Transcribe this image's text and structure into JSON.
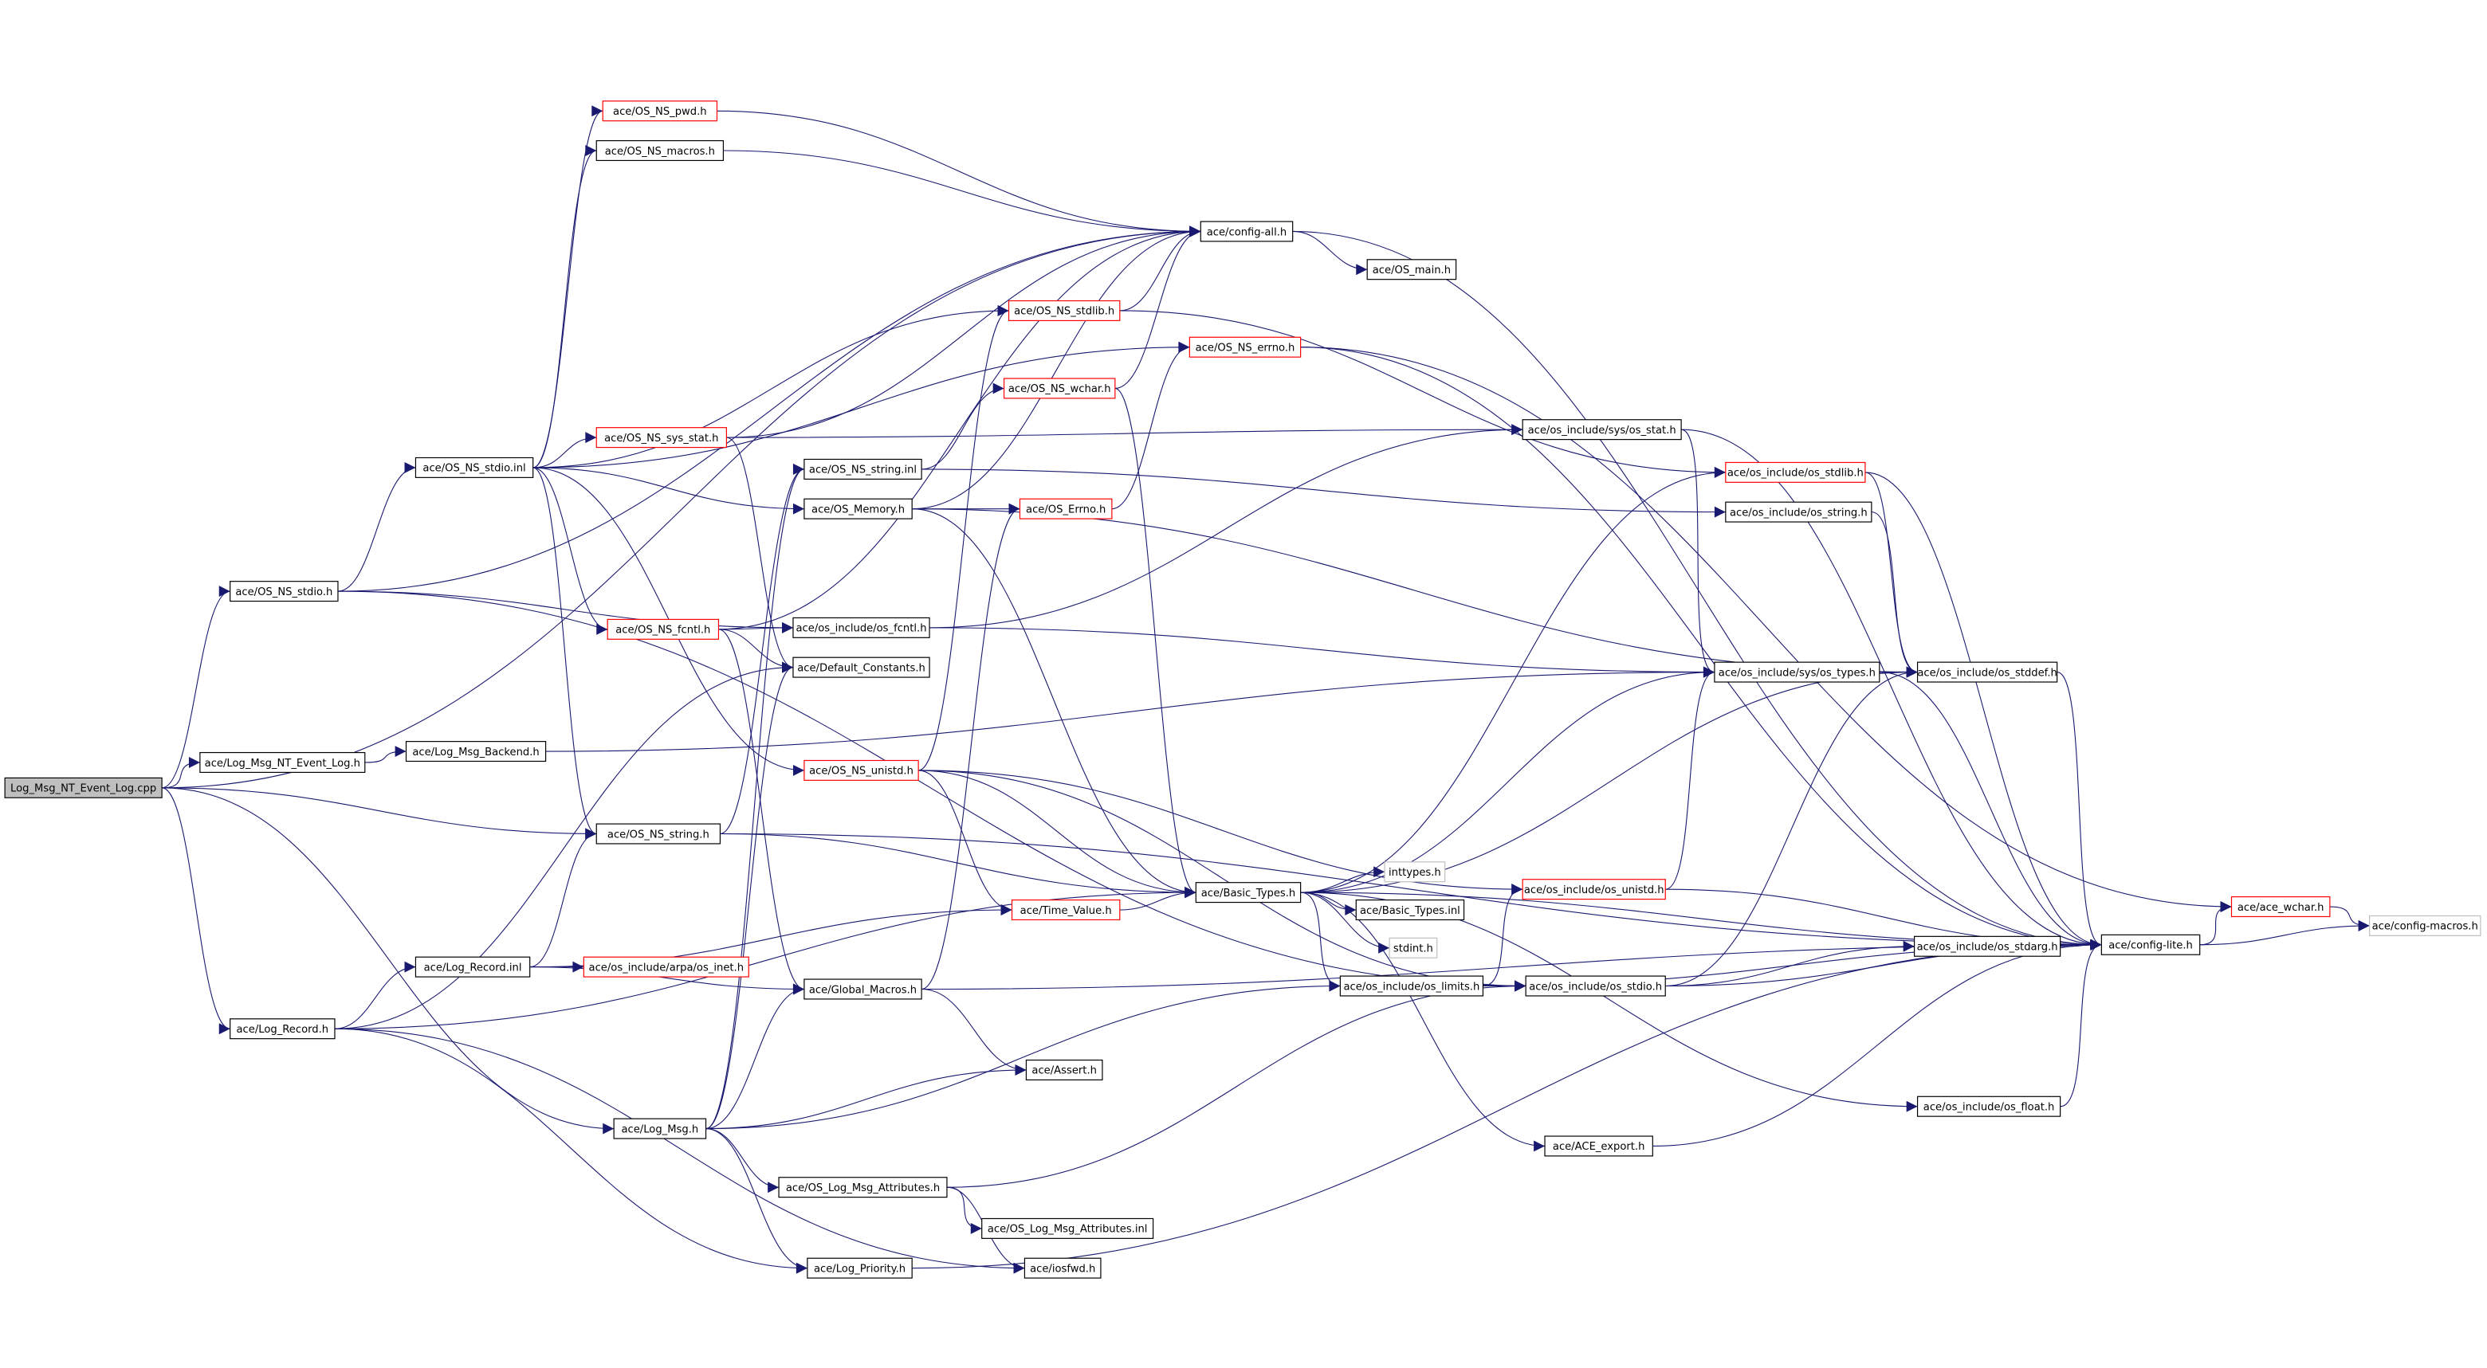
{
  "title": "Include dependency graph for Log_Msg_NT_Event_Log.cpp",
  "colors": {
    "edge": "#191970",
    "normal_border": "#000000",
    "truncated_border": "#ff0000",
    "external_border": "#bfbfbf",
    "root_fill": "#bfbfbf"
  },
  "nodes": [
    {
      "id": "cpp",
      "label": "Log_Msg_NT_Event_Log.cpp",
      "kind": "root"
    },
    {
      "id": "lmnt",
      "label": "ace/Log_Msg_NT_Event_Log.h",
      "kind": "normal"
    },
    {
      "id": "backend",
      "label": "ace/Log_Msg_Backend.h",
      "kind": "normal"
    },
    {
      "id": "stdio_h",
      "label": "ace/OS_NS_stdio.h",
      "kind": "normal"
    },
    {
      "id": "stdio_inl",
      "label": "ace/OS_NS_stdio.inl",
      "kind": "normal"
    },
    {
      "id": "pwd",
      "label": "ace/OS_NS_pwd.h",
      "kind": "truncated"
    },
    {
      "id": "macros",
      "label": "ace/OS_NS_macros.h",
      "kind": "normal"
    },
    {
      "id": "configall",
      "label": "ace/config-all.h",
      "kind": "normal"
    },
    {
      "id": "osmain",
      "label": "ace/OS_main.h",
      "kind": "normal"
    },
    {
      "id": "stdlib",
      "label": "ace/OS_NS_stdlib.h",
      "kind": "truncated"
    },
    {
      "id": "errno",
      "label": "ace/OS_NS_errno.h",
      "kind": "truncated"
    },
    {
      "id": "wchar",
      "label": "ace/OS_NS_wchar.h",
      "kind": "truncated"
    },
    {
      "id": "sysstat",
      "label": "ace/OS_NS_sys_stat.h",
      "kind": "truncated"
    },
    {
      "id": "osstat",
      "label": "ace/os_include/sys/os_stat.h",
      "kind": "normal"
    },
    {
      "id": "string_inl",
      "label": "ace/OS_NS_string.inl",
      "kind": "normal"
    },
    {
      "id": "memory",
      "label": "ace/OS_Memory.h",
      "kind": "normal"
    },
    {
      "id": "oserrno",
      "label": "ace/OS_Errno.h",
      "kind": "truncated"
    },
    {
      "id": "os_stdlib",
      "label": "ace/os_include/os_stdlib.h",
      "kind": "truncated"
    },
    {
      "id": "os_string",
      "label": "ace/os_include/os_string.h",
      "kind": "normal"
    },
    {
      "id": "fcntl",
      "label": "ace/OS_NS_fcntl.h",
      "kind": "truncated"
    },
    {
      "id": "os_fcntl",
      "label": "ace/os_include/os_fcntl.h",
      "kind": "normal"
    },
    {
      "id": "defconst",
      "label": "ace/Default_Constants.h",
      "kind": "normal"
    },
    {
      "id": "sys_types",
      "label": "ace/os_include/sys/os_types.h",
      "kind": "normal"
    },
    {
      "id": "stddef",
      "label": "ace/os_include/os_stddef.h",
      "kind": "normal"
    },
    {
      "id": "unistd",
      "label": "ace/OS_NS_unistd.h",
      "kind": "truncated"
    },
    {
      "id": "string_h",
      "label": "ace/OS_NS_string.h",
      "kind": "normal"
    },
    {
      "id": "basic",
      "label": "ace/Basic_Types.h",
      "kind": "normal"
    },
    {
      "id": "inttypes",
      "label": "inttypes.h",
      "kind": "external"
    },
    {
      "id": "basic_inl",
      "label": "ace/Basic_Types.inl",
      "kind": "normal"
    },
    {
      "id": "stdint",
      "label": "stdint.h",
      "kind": "external"
    },
    {
      "id": "timeval",
      "label": "ace/Time_Value.h",
      "kind": "truncated"
    },
    {
      "id": "os_unistd",
      "label": "ace/os_include/os_unistd.h",
      "kind": "truncated"
    },
    {
      "id": "record_inl",
      "label": "ace/Log_Record.inl",
      "kind": "normal"
    },
    {
      "id": "inet",
      "label": "ace/os_include/arpa/os_inet.h",
      "kind": "truncated"
    },
    {
      "id": "global",
      "label": "ace/Global_Macros.h",
      "kind": "normal"
    },
    {
      "id": "os_limits",
      "label": "ace/os_include/os_limits.h",
      "kind": "normal"
    },
    {
      "id": "os_stdio",
      "label": "ace/os_include/os_stdio.h",
      "kind": "normal"
    },
    {
      "id": "stdarg",
      "label": "ace/os_include/os_stdarg.h",
      "kind": "normal"
    },
    {
      "id": "lite",
      "label": "ace/config-lite.h",
      "kind": "normal"
    },
    {
      "id": "ace_wchar",
      "label": "ace/ace_wchar.h",
      "kind": "truncated"
    },
    {
      "id": "cfgmacros",
      "label": "ace/config-macros.h",
      "kind": "external"
    },
    {
      "id": "record_h",
      "label": "ace/Log_Record.h",
      "kind": "normal"
    },
    {
      "id": "assert",
      "label": "ace/Assert.h",
      "kind": "normal"
    },
    {
      "id": "float",
      "label": "ace/os_include/os_float.h",
      "kind": "normal"
    },
    {
      "id": "export",
      "label": "ace/ACE_export.h",
      "kind": "normal"
    },
    {
      "id": "logmsg",
      "label": "ace/Log_Msg.h",
      "kind": "normal"
    },
    {
      "id": "attrs",
      "label": "ace/OS_Log_Msg_Attributes.h",
      "kind": "normal"
    },
    {
      "id": "attrs_inl",
      "label": "ace/OS_Log_Msg_Attributes.inl",
      "kind": "normal"
    },
    {
      "id": "iosfwd",
      "label": "ace/iosfwd.h",
      "kind": "normal"
    },
    {
      "id": "priority",
      "label": "ace/Log_Priority.h",
      "kind": "normal"
    }
  ],
  "edges": [
    [
      "cpp",
      "lmnt"
    ],
    [
      "cpp",
      "stdio_h"
    ],
    [
      "cpp",
      "string_h"
    ],
    [
      "cpp",
      "record_h"
    ],
    [
      "cpp",
      "logmsg"
    ],
    [
      "cpp",
      "configall"
    ],
    [
      "lmnt",
      "backend"
    ],
    [
      "backend",
      "sys_types"
    ],
    [
      "stdio_h",
      "stdio_inl"
    ],
    [
      "stdio_h",
      "configall"
    ],
    [
      "stdio_h",
      "os_fcntl"
    ],
    [
      "stdio_h",
      "os_stdio"
    ],
    [
      "stdio_inl",
      "pwd"
    ],
    [
      "stdio_inl",
      "macros"
    ],
    [
      "stdio_inl",
      "stdlib"
    ],
    [
      "stdio_inl",
      "errno"
    ],
    [
      "stdio_inl",
      "sysstat"
    ],
    [
      "stdio_inl",
      "memory"
    ],
    [
      "stdio_inl",
      "fcntl"
    ],
    [
      "stdio_inl",
      "unistd"
    ],
    [
      "stdio_inl",
      "string_h"
    ],
    [
      "pwd",
      "configall"
    ],
    [
      "macros",
      "configall"
    ],
    [
      "configall",
      "osmain"
    ],
    [
      "configall",
      "lite"
    ],
    [
      "stdlib",
      "configall"
    ],
    [
      "stdlib",
      "os_stdlib"
    ],
    [
      "errno",
      "lite"
    ],
    [
      "errno",
      "ace_wchar"
    ],
    [
      "wchar",
      "configall"
    ],
    [
      "wchar",
      "basic"
    ],
    [
      "sysstat",
      "configall"
    ],
    [
      "sysstat",
      "osstat"
    ],
    [
      "sysstat",
      "defconst"
    ],
    [
      "osstat",
      "sys_types"
    ],
    [
      "osstat",
      "lite"
    ],
    [
      "string_inl",
      "wchar"
    ],
    [
      "string_inl",
      "os_string"
    ],
    [
      "memory",
      "oserrno"
    ],
    [
      "memory",
      "configall"
    ],
    [
      "memory",
      "basic"
    ],
    [
      "memory",
      "stddef"
    ],
    [
      "oserrno",
      "errno"
    ],
    [
      "os_stdlib",
      "stddef"
    ],
    [
      "os_stdlib",
      "lite"
    ],
    [
      "os_string",
      "stddef"
    ],
    [
      "fcntl",
      "configall"
    ],
    [
      "fcntl",
      "os_fcntl"
    ],
    [
      "fcntl",
      "global"
    ],
    [
      "fcntl",
      "defconst"
    ],
    [
      "os_fcntl",
      "osstat"
    ],
    [
      "os_fcntl",
      "sys_types"
    ],
    [
      "sys_types",
      "stddef"
    ],
    [
      "sys_types",
      "lite"
    ],
    [
      "stddef",
      "lite"
    ],
    [
      "unistd",
      "stdlib"
    ],
    [
      "unistd",
      "timeval"
    ],
    [
      "unistd",
      "basic"
    ],
    [
      "unistd",
      "os_unistd"
    ],
    [
      "unistd",
      "os_stdio"
    ],
    [
      "string_h",
      "string_inl"
    ],
    [
      "string_h",
      "basic"
    ],
    [
      "string_h",
      "lite"
    ],
    [
      "basic",
      "inttypes"
    ],
    [
      "basic",
      "basic_inl"
    ],
    [
      "basic",
      "stdint"
    ],
    [
      "basic",
      "os_limits"
    ],
    [
      "basic",
      "os_stdlib"
    ],
    [
      "basic",
      "sys_types"
    ],
    [
      "basic",
      "stddef"
    ],
    [
      "basic",
      "export"
    ],
    [
      "basic",
      "float"
    ],
    [
      "basic",
      "lite"
    ],
    [
      "timeval",
      "basic"
    ],
    [
      "os_unistd",
      "sys_types"
    ],
    [
      "os_unistd",
      "lite"
    ],
    [
      "record_inl",
      "string_h"
    ],
    [
      "record_inl",
      "inet"
    ],
    [
      "record_inl",
      "global"
    ],
    [
      "record_inl",
      "timeval"
    ],
    [
      "global",
      "oserrno"
    ],
    [
      "global",
      "assert"
    ],
    [
      "global",
      "lite"
    ],
    [
      "os_limits",
      "os_unistd"
    ],
    [
      "os_limits",
      "os_stdio"
    ],
    [
      "os_limits",
      "lite"
    ],
    [
      "os_stdio",
      "stdarg"
    ],
    [
      "os_stdio",
      "stddef"
    ],
    [
      "os_stdio",
      "lite"
    ],
    [
      "stdarg",
      "lite"
    ],
    [
      "lite",
      "ace_wchar"
    ],
    [
      "lite",
      "cfgmacros"
    ],
    [
      "ace_wchar",
      "cfgmacros"
    ],
    [
      "record_h",
      "record_inl"
    ],
    [
      "record_h",
      "basic"
    ],
    [
      "record_h",
      "iosfwd"
    ],
    [
      "record_h",
      "priority"
    ],
    [
      "record_h",
      "defconst"
    ],
    [
      "logmsg",
      "global"
    ],
    [
      "logmsg",
      "assert"
    ],
    [
      "logmsg",
      "os_limits"
    ],
    [
      "logmsg",
      "attrs"
    ],
    [
      "logmsg",
      "priority"
    ],
    [
      "logmsg",
      "defconst"
    ],
    [
      "logmsg",
      "string_inl"
    ],
    [
      "attrs",
      "attrs_inl"
    ],
    [
      "attrs",
      "iosfwd"
    ],
    [
      "attrs",
      "os_stdio"
    ],
    [
      "priority",
      "lite"
    ],
    [
      "float",
      "lite"
    ],
    [
      "export",
      "lite"
    ]
  ]
}
